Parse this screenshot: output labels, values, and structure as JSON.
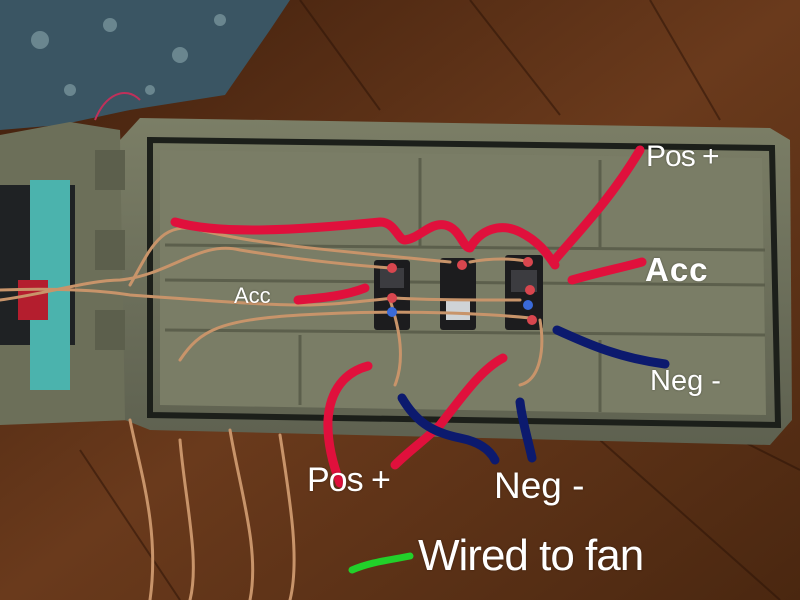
{
  "labels": {
    "pos_top": "Pos +",
    "acc_right": "Acc",
    "acc_left": "Acc",
    "neg_right": "Neg -",
    "pos_bottom": "Pos +",
    "neg_bottom": "Neg -",
    "wired_to_fan": "Wired to fan"
  },
  "colors": {
    "positive_wire": "#e0103c",
    "negative_wire": "#0c1a6e",
    "fan_marker": "#22d02a",
    "box_plastic": "#6f735c",
    "wood_floor": "#5a3219",
    "copper_wire": "#c8946a"
  }
}
